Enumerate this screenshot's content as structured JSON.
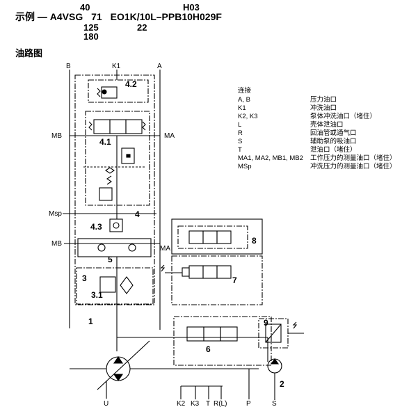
{
  "header": {
    "prefix": "示例 — A4VSG",
    "above_group1": "40",
    "group1": "71",
    "below_group1_a": "125",
    "below_group1_b": "180",
    "main_code": "EO1K/10L–PPB10H029F",
    "above_code": "H03",
    "below_code": "22"
  },
  "section_title": "油路图",
  "legend": {
    "title": "连接",
    "rows": [
      {
        "port": "A, B",
        "desc": "压力油口"
      },
      {
        "port": "K1",
        "desc": "冲洗油口"
      },
      {
        "port": "K2, K3",
        "desc": "泵体冲洗油口（堵住）"
      },
      {
        "port": "L",
        "desc": "壳体泄油口"
      },
      {
        "port": "R",
        "desc": "回油管或通气口"
      },
      {
        "port": "S",
        "desc": "辅助泵的吸油口"
      },
      {
        "port": "T",
        "desc": "泄油口（堵住）"
      },
      {
        "port": "MA1, MA2, MB1, MB2",
        "desc": "工作压力的测量油口（堵住）"
      },
      {
        "port": "MSp",
        "desc": "冲洗压力的测量油口（堵住）"
      }
    ]
  },
  "ports": {
    "B": "B",
    "K1": "K1",
    "A": "A",
    "MB_top": "MB",
    "MA_top": "MA",
    "Msp": "Msp",
    "MB_bottom": "MB",
    "MA_bottom": "MA",
    "U": "U",
    "K2": "K2",
    "K3": "K3",
    "T": "T",
    "RL": "R(L)",
    "P": "P",
    "S": "S"
  },
  "components": {
    "c4_2": "4.2",
    "c4_1": "4.1",
    "c4": "4",
    "c4_3": "4.3",
    "c5": "5",
    "c3": "3",
    "c3_1": "3.1",
    "c1": "1",
    "c8": "8",
    "c7": "7",
    "c9": "9",
    "c6": "6",
    "c2": "2"
  }
}
